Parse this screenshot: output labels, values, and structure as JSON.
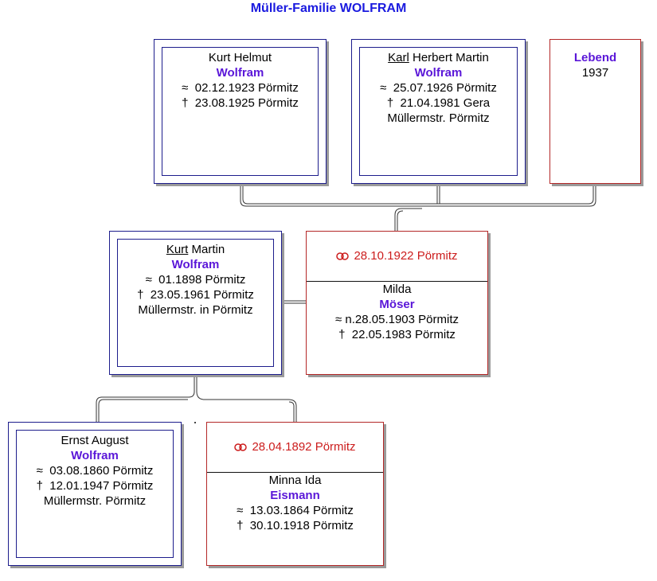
{
  "title": "Müller-Familie WOLFRAM",
  "colors": {
    "male_border": "#1d1d8c",
    "female_border": "#b42828",
    "surname": "#5a16d8",
    "marriage": "#cc1d1d",
    "title": "#1a1adf"
  },
  "symbols": {
    "birth": "≈",
    "death": "†",
    "rings_icon": "marriage-rings-icon"
  },
  "children": [
    {
      "given_underlined": "",
      "given_rest": "Kurt Helmut",
      "surname": "Wolfram",
      "birth": "02.12.1923 Pörmitz",
      "death": "23.08.1925 Pörmitz",
      "occupation": ""
    },
    {
      "given_underlined": "Karl",
      "given_rest": " Herbert Martin",
      "surname": "Wolfram",
      "birth": "25.07.1926 Pörmitz",
      "death": "21.04.1981 Gera",
      "occupation": "Müllermstr. Pörmitz"
    },
    {
      "surname": "Lebend",
      "year": "1937"
    }
  ],
  "parents": {
    "father": {
      "given_underlined": "Kurt",
      "given_rest": " Martin",
      "surname": "Wolfram",
      "birth": "01.1898 Pörmitz",
      "death": "23.05.1961 Pörmitz",
      "occupation": "Müllermstr. in Pörmitz"
    },
    "marriage": "28.10.1922 Pörmitz",
    "mother": {
      "given": "Milda",
      "surname": "Möser",
      "birth": "n.28.05.1903 Pörmitz",
      "death": "22.05.1983 Pörmitz"
    }
  },
  "grandparents": {
    "father": {
      "given": "Ernst August",
      "surname": "Wolfram",
      "birth": "03.08.1860 Pörmitz",
      "death": "12.01.1947 Pörmitz",
      "occupation": "Müllermstr. Pörmitz"
    },
    "marriage": "28.04.1892 Pörmitz",
    "mother": {
      "given": "Minna Ida",
      "surname": "Eismann",
      "birth": "13.03.1864 Pörmitz",
      "death": "30.10.1918 Pörmitz"
    }
  }
}
